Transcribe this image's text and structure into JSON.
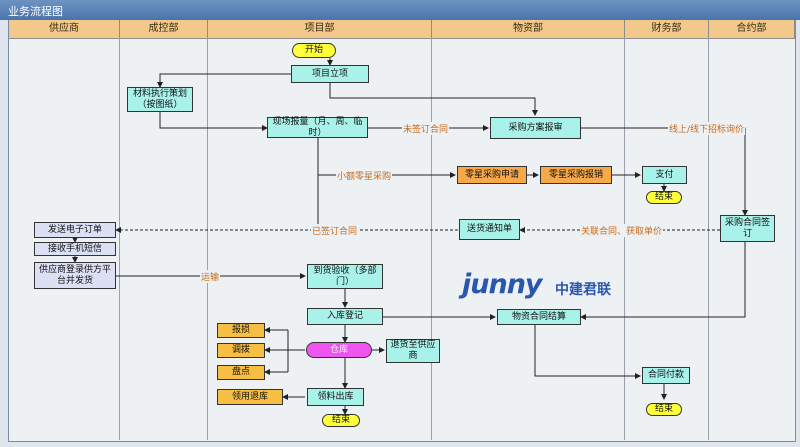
{
  "window": {
    "title": "业务流程图"
  },
  "lanes": [
    {
      "id": "supplier",
      "label": "供应商"
    },
    {
      "id": "cost",
      "label": "成控部"
    },
    {
      "id": "project",
      "label": "项目部"
    },
    {
      "id": "material",
      "label": "物资部"
    },
    {
      "id": "finance",
      "label": "财务部"
    },
    {
      "id": "contract",
      "label": "合约部"
    }
  ],
  "nodes": {
    "start": "开始",
    "project_setup": "项目立项",
    "material_plan": "材料执行策划（按图纸）",
    "site_measure": "现场报量（月、周、临时）",
    "purchase_plan_approval": "采购方案报审",
    "spot_purchase_apply": "零星采购申请",
    "spot_purchase_reimburse": "零星采购报销",
    "pay": "支付",
    "end_pay": "结束",
    "send_order": "发送电子订单",
    "receive_sms": "接收手机短信",
    "supplier_ship": "供应商登录供方平台并发货",
    "delivery_notice": "送货通知单",
    "purchase_contract": "采购合同签订",
    "arrival_acceptance": "到货验收（多部门）",
    "stock_in": "入库登记",
    "material_settlement": "物资合同结算",
    "return_supplier": "退货至供应商",
    "warehouse": "仓库",
    "scrap": "报损",
    "transfer": "调拨",
    "inventory": "盘点",
    "return_material": "领用退库",
    "issue_out": "领料出库",
    "end_main": "结束",
    "contract_pay": "合同付款",
    "end_contract": "结束"
  },
  "edge_labels": {
    "unsigned_contract": "未签订合同",
    "online_offline": "线上/线下招标询价",
    "small_amount": "小额零星采购",
    "signed_contract": "已签订合同",
    "associate_contract": "关联合同、获取单价",
    "transport": "运输"
  },
  "logo": {
    "latin": "junny",
    "chinese": "中建君联"
  },
  "colors": {
    "process": "#a9f2ea",
    "spot": "#f7a94a",
    "supplier": "#dbe0f5",
    "warehouse_ops": "#f7be44",
    "terminal": "#ffff3a",
    "warehouse": "#ee55ee",
    "lane_header": "#f2c98a",
    "edge_label": "#c76a1a"
  }
}
